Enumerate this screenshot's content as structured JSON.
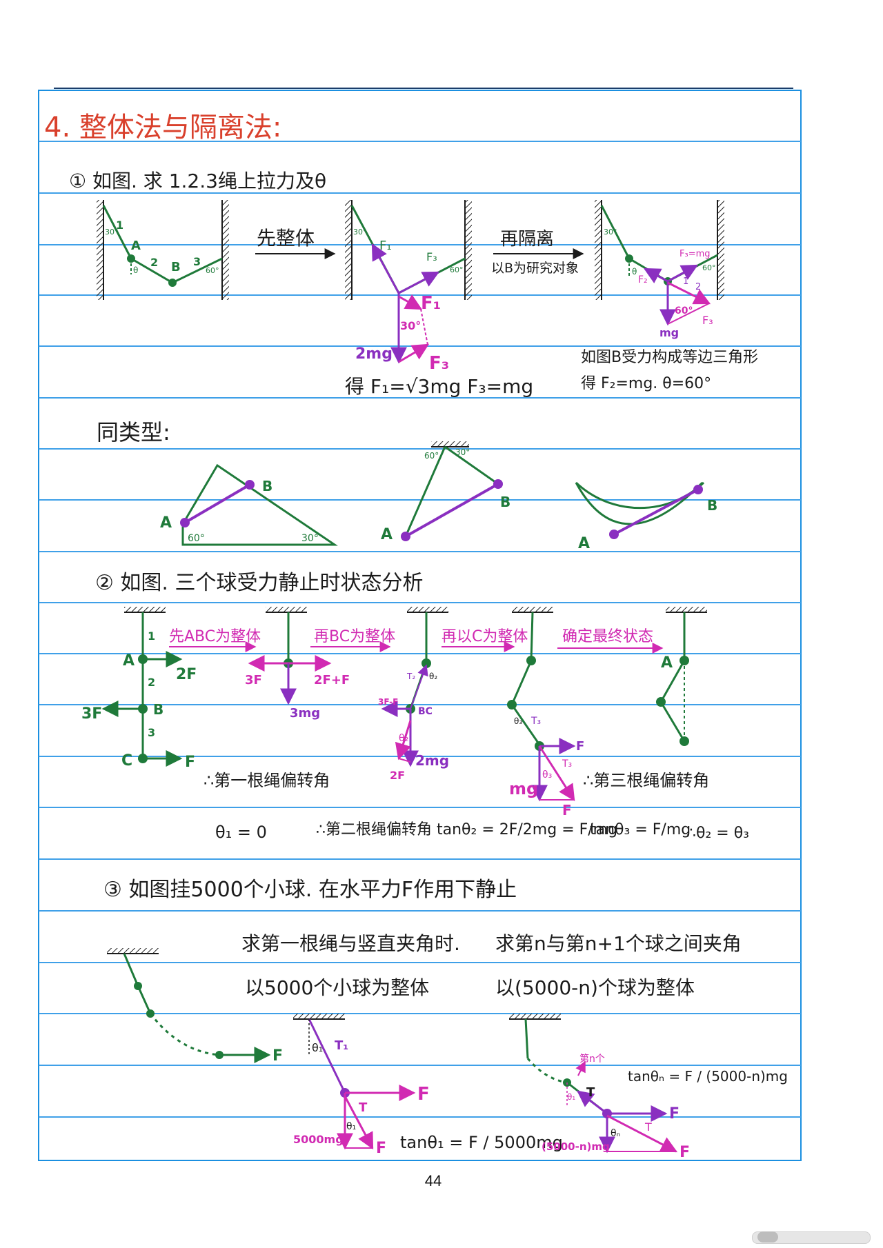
{
  "colors": {
    "rule": "#3fa0e8",
    "frame": "#1a8fe0",
    "green": "#1f7a3a",
    "magenta": "#d12ab2",
    "purple": "#8a2fc0",
    "ink": "#1b1b1b",
    "title_red": "#d9402c"
  },
  "title": "4. 整体法与隔离法:",
  "q1": {
    "heading": "① 如图. 求 1.2.3绳上拉力及θ",
    "arrow1": "先整体",
    "arrow2": "再隔离",
    "arrow2_sub": "以B为研究对象",
    "labels": {
      "one": "1",
      "two": "2",
      "three": "3",
      "A": "A",
      "B": "B",
      "theta": "θ",
      "a30": "30°",
      "a60": "60°",
      "F1": "F₁",
      "F3": "F₃",
      "F2": "F₂",
      "F3mg": "F₃=mg",
      "mg": "mg",
      "two_mg": "2mg",
      "a30b": "30°",
      "a60b": "60°"
    },
    "result1": "得 F₁=√3mg   F₃=mg",
    "note_line1": "如图B受力构成等边三角形",
    "note_line2": "得 F₂=mg.  θ=60°"
  },
  "same_type": {
    "heading": "同类型:",
    "A": "A",
    "B": "B",
    "a60": "60°",
    "a30": "30°"
  },
  "q2": {
    "heading": "② 如图. 三个球受力静止时状态分析",
    "step1": "先ABC为整体",
    "step2": "再BC为整体",
    "step3": "再以C为整体",
    "step4": "确定最终状态",
    "labels": {
      "one": "1",
      "two": "2",
      "three": "3",
      "A": "A",
      "B": "B",
      "C": "C",
      "BC": "BC",
      "twoF": "2F",
      "threeF": "3F",
      "F": "F",
      "threeF_left": "3F",
      "twoF_plus_F": "2F+F",
      "three_mg": "3mg",
      "two_mg": "2mg",
      "threeF_minus_F": "3F-F",
      "T2": "T₂",
      "T3": "T₃",
      "theta1": "θ₁",
      "theta2": "θ₂",
      "theta3": "θ₃",
      "mg": "mg"
    },
    "note1": "∴第一根绳偏转角",
    "note2": "∴第三根绳偏转角",
    "eq1": "θ₁ = 0",
    "eq2": "∴第二根绳偏转角 tanθ₂ = 2F/2mg = F/mg",
    "eq3": "tanθ₃ = F/mg",
    "eq4": "∴θ₂ = θ₃"
  },
  "q3": {
    "heading": "③ 如图挂5000个小球. 在水平力F作用下静止",
    "sub1a": "求第一根绳与竖直夹角时.",
    "sub1b": "以5000个小球为整体",
    "sub2a": "求第n与第n+1个球之间夹角",
    "sub2b": "以(5000-n)个球为整体",
    "labels": {
      "F": "F",
      "T1": "T₁",
      "T": "T",
      "theta1": "θ₁",
      "thetan": "θₙ",
      "m5000": "5000mg",
      "m5000n": "(5000-n)mg",
      "nth": "第n个"
    },
    "eq1": "tanθ₁ = F / 5000mg",
    "eq2": "tanθₙ = F / (5000-n)mg"
  },
  "page_number": "44"
}
